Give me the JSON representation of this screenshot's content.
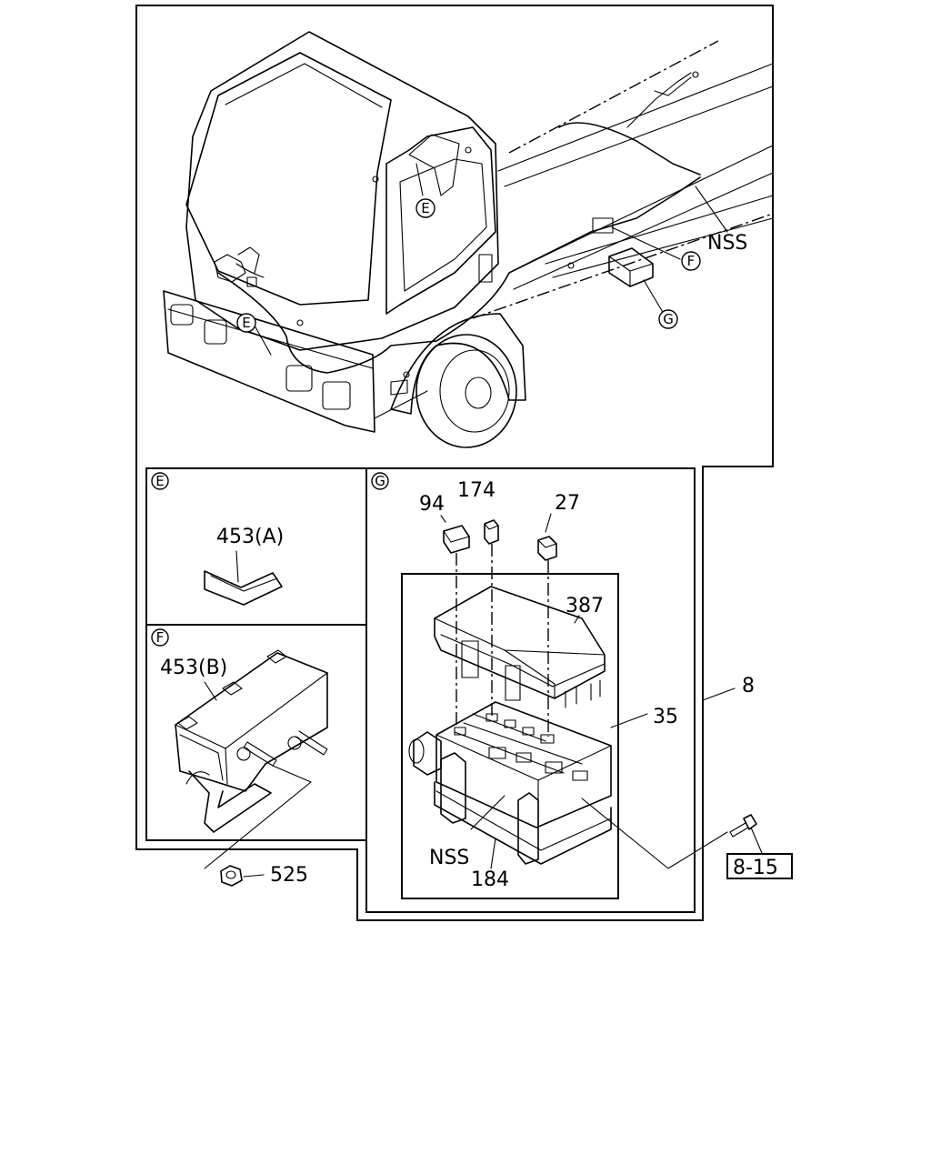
{
  "callouts": {
    "e_top": "E",
    "e_front": "E",
    "f_main": "F",
    "g_main": "G",
    "nss_main": "NSS"
  },
  "panels": {
    "e": {
      "tag": "E",
      "part": "453(A)"
    },
    "f": {
      "tag": "F",
      "part": "453(B)"
    },
    "g": {
      "tag": "G"
    }
  },
  "parts": {
    "p94": "94",
    "p174": "174",
    "p27": "27",
    "p387": "387",
    "p35": "35",
    "p8": "8",
    "p184": "184",
    "nss_fuse": "NSS",
    "p525": "525",
    "ref": "8-15"
  }
}
